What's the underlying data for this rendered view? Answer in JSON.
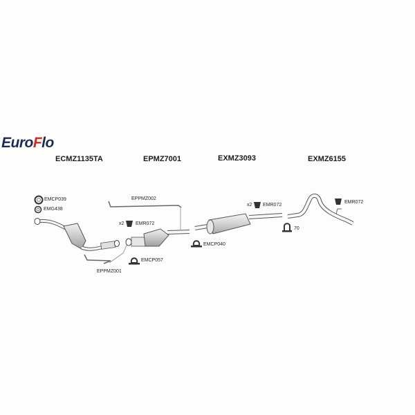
{
  "brand": {
    "logo_part1": "Euro",
    "logo_f": "F",
    "logo_part2": "lo",
    "primary_color": "#1c2a55",
    "accent_color": "#d42a20"
  },
  "sections": [
    {
      "part_number": "ECMZ1135TA",
      "component": "catalytic-converter-front"
    },
    {
      "part_number": "EPMZ7001",
      "component": "front-pipe-catalyst"
    },
    {
      "part_number": "EXMZ3093",
      "component": "middle-silencer"
    },
    {
      "part_number": "EXMZ6155",
      "component": "tail-pipe"
    }
  ],
  "accessories": [
    {
      "code": "EMCP039",
      "type": "clamp"
    },
    {
      "code": "EMG438",
      "type": "gasket"
    },
    {
      "code": "EPPMZ002",
      "type": "sensor-pipe"
    },
    {
      "code": "EMR072",
      "type": "rubber-mount",
      "qty": "x2"
    },
    {
      "code": "EMCP057",
      "type": "clamp"
    },
    {
      "code": "EPPMZ001",
      "type": "sensor-pipe"
    },
    {
      "code": "EMR072",
      "type": "rubber-mount",
      "qty": "x2"
    },
    {
      "code": "EMCP040",
      "type": "clamp"
    },
    {
      "code": "70",
      "type": "u-clamp"
    },
    {
      "code": "EMR072",
      "type": "rubber-mount"
    }
  ]
}
